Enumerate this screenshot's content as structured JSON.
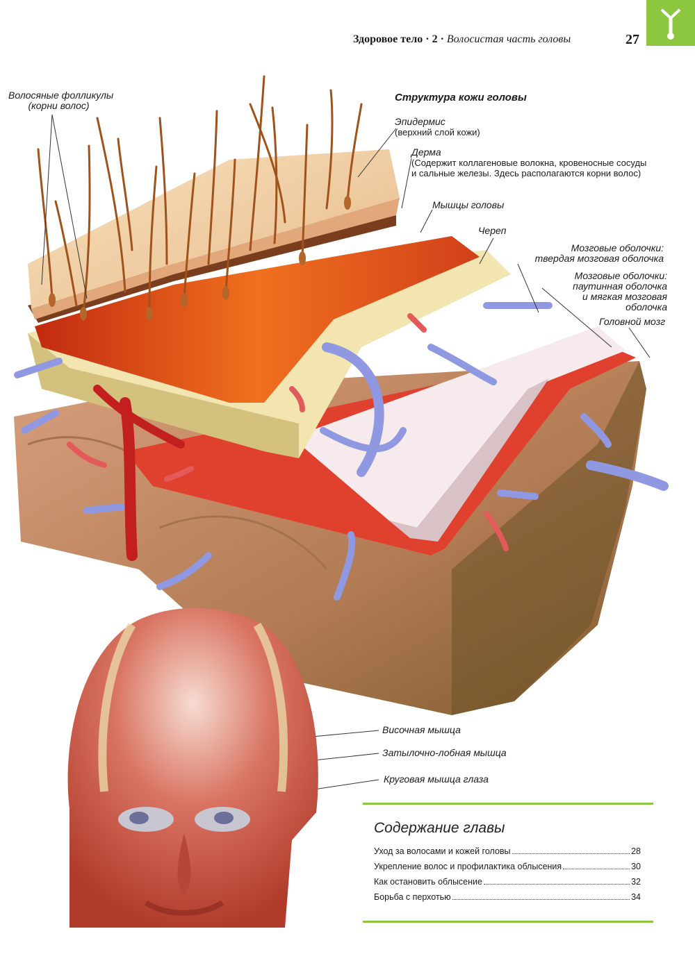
{
  "header": {
    "book": "Здоровое тело",
    "chapter": "2",
    "section": "Волосистая часть головы",
    "page": "27"
  },
  "diagram": {
    "title": "Структура кожи головы",
    "labels": {
      "follicles_1": "Волосяные фолликулы",
      "follicles_2": "(корни волос)",
      "epidermis_1": "Эпидермис",
      "epidermis_2": "(верхний слой кожи)",
      "derma_1": "Дерма",
      "derma_2": "(Содержит коллагеновые волокна, кровеносные сосуды",
      "derma_3": "и сальные железы. Здесь располагаются корни волос)",
      "muscles": "Мышцы головы",
      "skull": "Череп",
      "meninges_a_1": "Мозговые оболочки:",
      "meninges_a_2": "твердая мозговая оболочка",
      "meninges_b_1": "Мозговые оболочки:",
      "meninges_b_2": "паутинная оболочка",
      "meninges_b_3": "и мягкая мозговая",
      "meninges_b_4": "оболочка",
      "brain": "Головной мозг"
    }
  },
  "head": {
    "labels": {
      "temporal": "Височная мышца",
      "occipitofrontal": "Затылочно-лобная мышца",
      "orbicular": "Круговая мышца глаза"
    }
  },
  "toc": {
    "title": "Содержание главы",
    "items": [
      {
        "text": "Уход за волосами и кожей головы",
        "page": "28"
      },
      {
        "text": "Укрепление волос и профилактика облысения",
        "page": "30"
      },
      {
        "text": "Как остановить облысение",
        "page": "32"
      },
      {
        "text": "Борьба с перхотью",
        "page": "34"
      }
    ]
  },
  "colors": {
    "accent": "#8dc63f",
    "skin": "#f2d9b0",
    "muscle": "#e0461a",
    "bone": "#f3e7b4",
    "dura": "#f4e6ea",
    "brain": "#c98e6e",
    "vein": "#8f98e0",
    "artery": "#e25a5a"
  }
}
